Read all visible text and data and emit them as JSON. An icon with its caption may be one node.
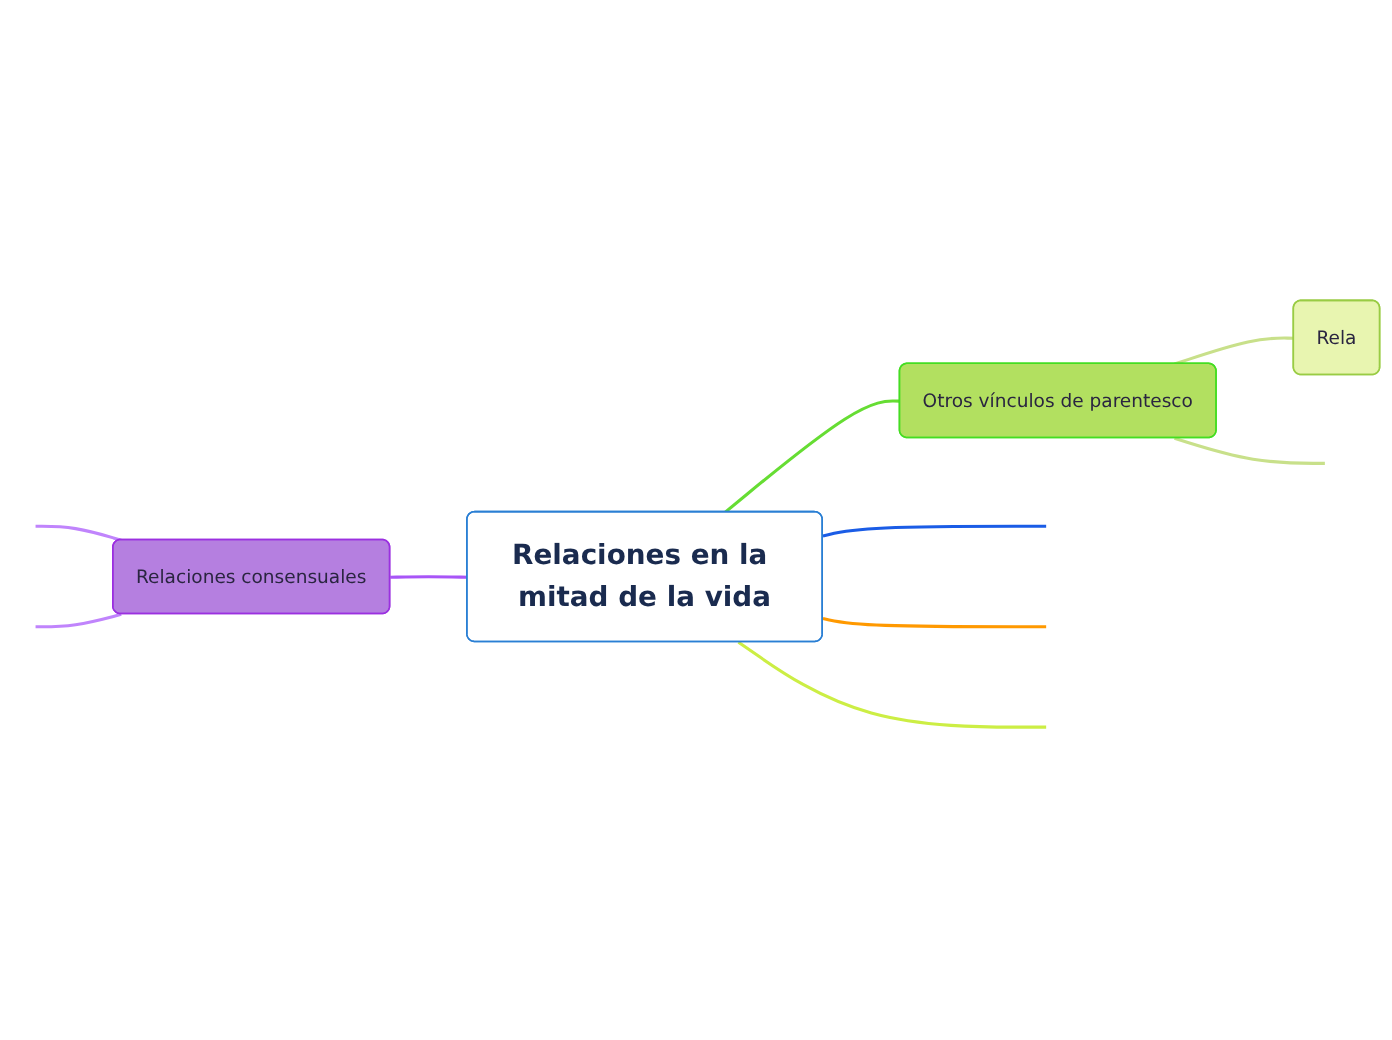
{
  "diagram": {
    "nodes": [
      {
        "text": [
          "Relaciones en la mitad de la vida"
        ]
      },
      {
        "text": [
          "Relaciones consensuales"
        ]
      },
      {
        "text": [
          "Otros vínculos de parentesco"
        ]
      },
      {
        "text": [
          "Rela"
        ]
      }
    ],
    "edges": [
      {
        "from": 0,
        "to": 1,
        "arrow": "none",
        "color": "#a855f7"
      },
      {
        "from": 0,
        "to": 2,
        "arrow": "none",
        "color": "#66dd33"
      },
      {
        "from": 2,
        "to": 3,
        "arrow": "none",
        "color": "#c8e08a"
      },
      {
        "from": 0,
        "to": null,
        "arrow": "none",
        "color": "#1a5ce6"
      },
      {
        "from": 0,
        "to": null,
        "arrow": "none",
        "color": "#ff9900"
      },
      {
        "from": 0,
        "to": null,
        "arrow": "none",
        "color": "#ccee44"
      },
      {
        "from": 1,
        "to": null,
        "arrow": "none",
        "color": "#c084fc"
      },
      {
        "from": 1,
        "to": null,
        "arrow": "none",
        "color": "#c084fc"
      },
      {
        "from": 2,
        "to": null,
        "arrow": "none",
        "color": "#c8e08a"
      }
    ]
  }
}
